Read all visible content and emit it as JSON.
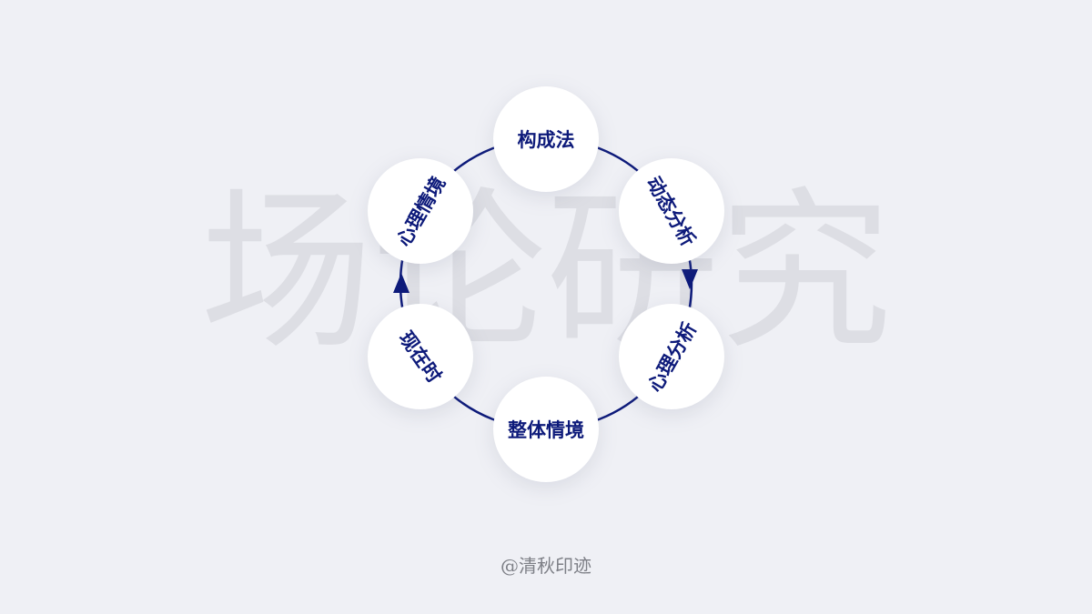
{
  "watermark": "场论研究",
  "nodes": [
    {
      "label": "构成法"
    },
    {
      "label": "动态分析"
    },
    {
      "label": "心理分析"
    },
    {
      "label": "整体情境"
    },
    {
      "label": "现在时"
    },
    {
      "label": "心理情境"
    }
  ],
  "footer": "@清秋印迹",
  "colors": {
    "accent": "#0d1a7a",
    "background": "#eff0f5"
  }
}
